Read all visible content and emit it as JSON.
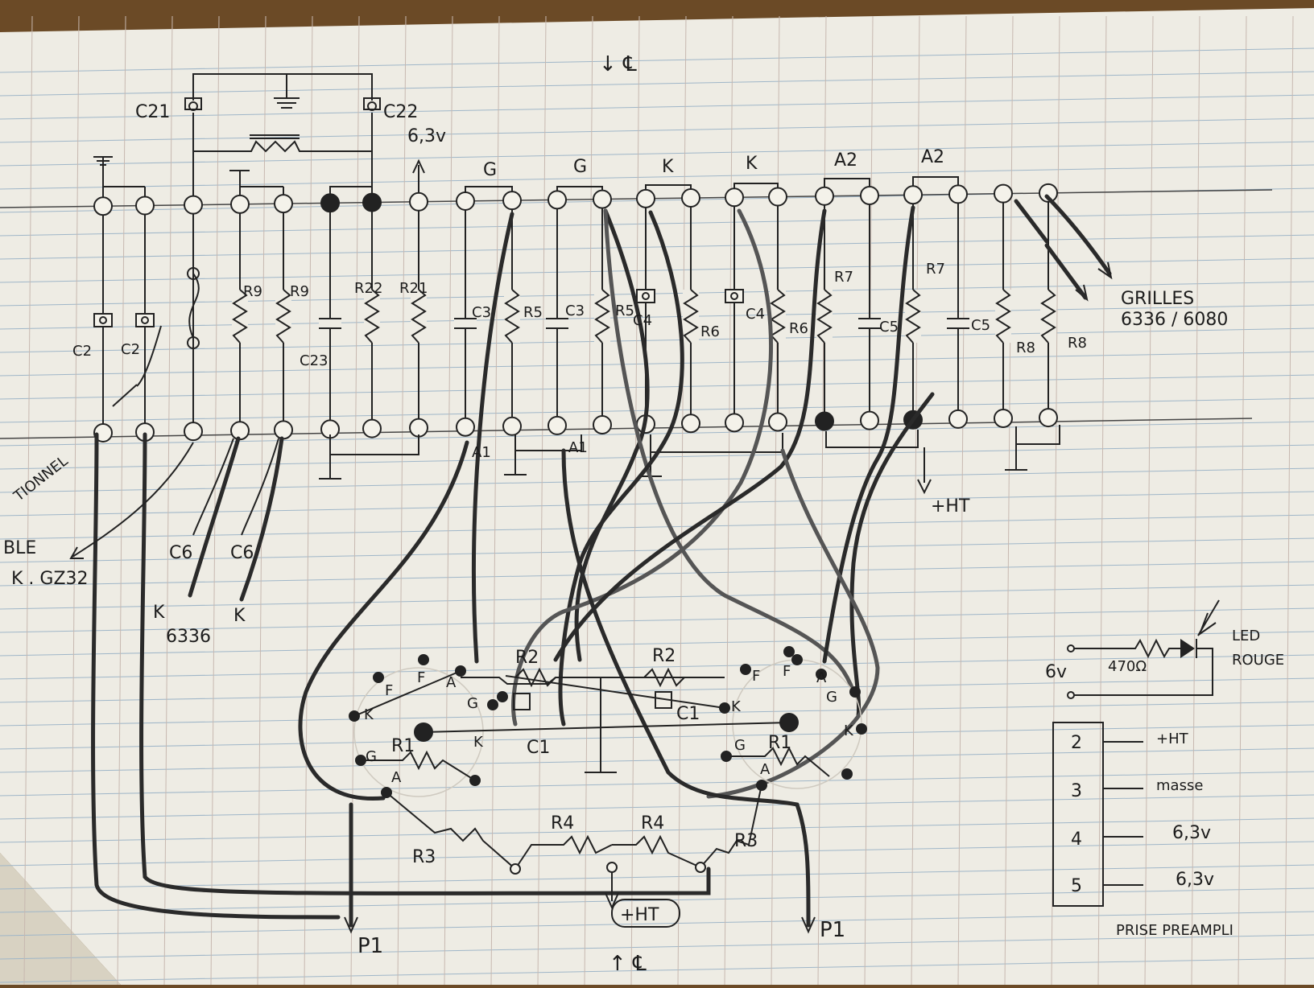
{
  "title_top": "↓ ℄",
  "title_bottom": "↑ ℄",
  "top_caps": {
    "left": "C21",
    "right": "C22"
  },
  "heater_label": "6,3v",
  "group_labels": [
    "G",
    "G",
    "K",
    "K",
    "A2",
    "A2"
  ],
  "components": {
    "c2a": "C2",
    "c2b": "C2",
    "r9a": "R9",
    "r9b": "R9",
    "c23": "C23",
    "r22": "R22",
    "r21": "R21",
    "c3a": "C3",
    "r5a": "R5",
    "c3b": "C3",
    "r5b": "R5",
    "c4a": "C4",
    "r6a": "R6",
    "c4b": "C4",
    "r6b": "R6",
    "r7a": "R7",
    "c5a": "C5",
    "r7b": "R7",
    "c5b": "C5",
    "r8a": "R8",
    "r8b": "R8"
  },
  "grilles_label_1": "GRILLES",
  "grilles_label_2": "6336 / 6080",
  "a1_labels": [
    "A1",
    "A1"
  ],
  "ht_label": "+HT",
  "left_labels": {
    "tionnel": "TIONNEL",
    "ble": "BLE",
    "kgz": "K . GZ32"
  },
  "c6_labels": [
    "C6",
    "C6"
  ],
  "k_labels": [
    "K",
    "K"
  ],
  "tube_label": "6336",
  "socket_left": {
    "f1": "F",
    "f2": "F",
    "a": "A",
    "g": "G",
    "k": "K",
    "g2": "G",
    "a2": "A",
    "k2": "K"
  },
  "socket_right": {
    "f1": "F",
    "f2": "F",
    "a": "A",
    "g": "G",
    "k": "K",
    "g2": "G",
    "a2": "A",
    "k2": "K"
  },
  "bottom_parts": {
    "r2a": "R2",
    "r2b": "R2",
    "c1a": "C1",
    "c1b": "C1",
    "r1a": "R1",
    "r1b": "R1",
    "r3a": "R3",
    "r3b": "R3",
    "r4a": "R4",
    "r4b": "R4",
    "ht": "+HT"
  },
  "p1_labels": [
    "P1",
    "P1"
  ],
  "led": {
    "voltage": "6v",
    "resistor": "470Ω",
    "label_1": "LED",
    "label_2": "ROUGE"
  },
  "connector": {
    "pins": [
      {
        "num": "2",
        "label": "+HT"
      },
      {
        "num": "3",
        "label": "masse"
      },
      {
        "num": "4",
        "label": "6,3v"
      },
      {
        "num": "5",
        "label": "6,3v"
      }
    ],
    "caption": "PRISE PREAMPLI"
  }
}
